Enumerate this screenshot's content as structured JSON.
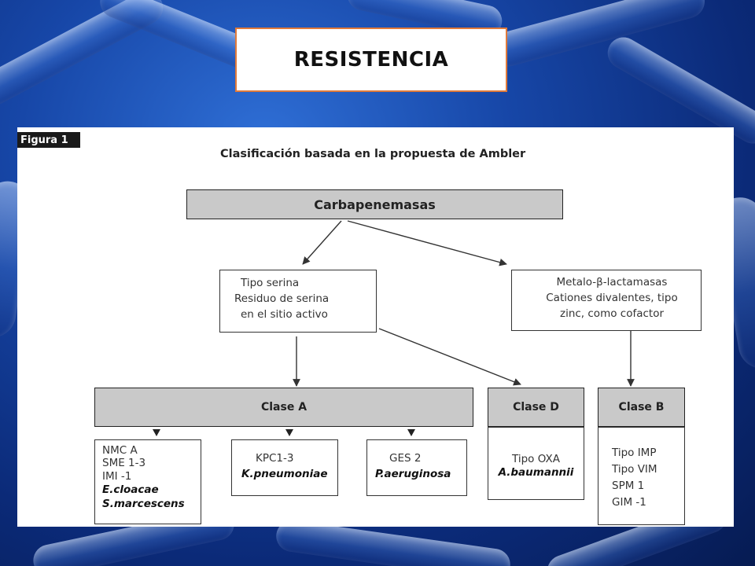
{
  "title": "RESISTENCIA",
  "figure": {
    "label": "Figura 1",
    "caption": "Clasificación basada en la propuesta de Ambler",
    "root": "Carbapenemasas",
    "serine": [
      "Tipo serina",
      "Residuo de serina",
      "en el sitio activo"
    ],
    "metallo": [
      "Metalo-β-lactamasas",
      "Cationes divalentes, tipo",
      "zinc, como cofactor"
    ],
    "class_a": {
      "label": "Clase A",
      "groups": [
        {
          "lines": [
            "NMC  A",
            "SME  1-3",
            "IMI -1"
          ],
          "organisms": [
            "E.cloacae",
            "S.marcescens"
          ]
        },
        {
          "lines": [
            "KPC1-3"
          ],
          "organisms": [
            "K.pneumoniae"
          ]
        },
        {
          "lines": [
            "GES  2"
          ],
          "organisms": [
            "P.aeruginosa"
          ]
        }
      ]
    },
    "class_d": {
      "label": "Clase D",
      "lines": [
        "Tipo OXA"
      ],
      "organisms": [
        "A.baumannii"
      ]
    },
    "class_b": {
      "label": "Clase B",
      "lines": [
        "Tipo IMP",
        "Tipo VIM",
        "SPM  1",
        "GIM -1"
      ]
    }
  }
}
